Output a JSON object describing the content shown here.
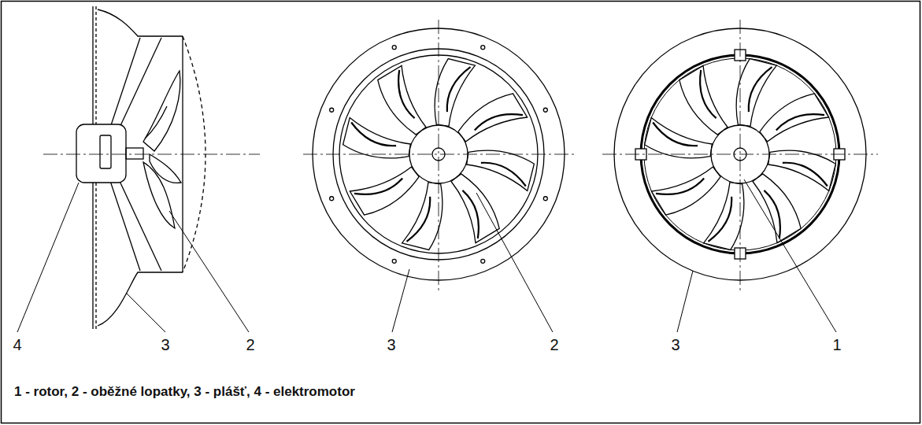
{
  "diagram": {
    "caption": "1 - rotor, 2 - oběžné lopatky, 3 - plášť, 4 - elektromotor",
    "labels": [
      "4",
      "3",
      "2",
      "3",
      "2",
      "3",
      "1"
    ]
  }
}
